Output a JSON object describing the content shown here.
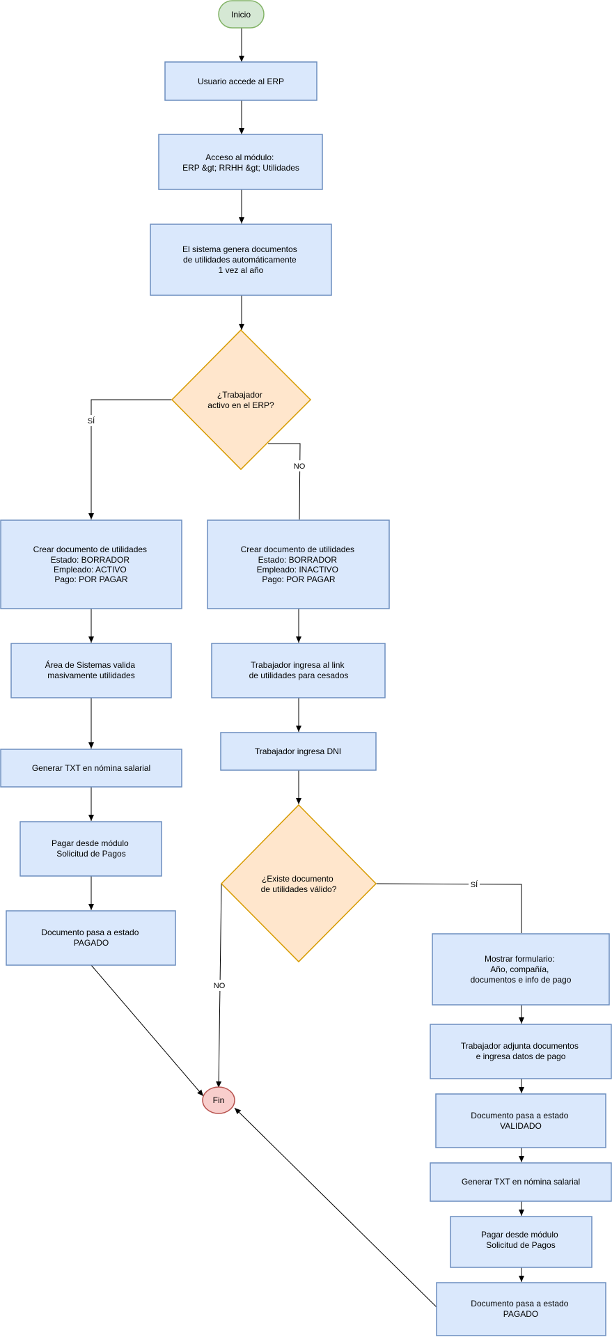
{
  "colors": {
    "process_fill": "#dae8fc",
    "process_stroke": "#6c8ebf",
    "decision_fill": "#ffe6cc",
    "decision_stroke": "#d79b00",
    "start_fill": "#d5e8d4",
    "start_stroke": "#82b366",
    "end_fill": "#f8cecc",
    "end_stroke": "#b85450",
    "edge": "#000000"
  },
  "nodes": {
    "inicio": "Inicio",
    "user_access": "Usuario accede al ERP",
    "module_access": [
      "Acceso al módulo:",
      "ERP &gt; RRHH &gt; Utilidades"
    ],
    "auto_generate": [
      "El sistema genera documentos",
      "de utilidades automáticamente",
      "1 vez al año"
    ],
    "decision_active": [
      "¿Trabajador",
      "activo en el ERP?"
    ],
    "create_active": [
      "Crear documento de utilidades",
      "Estado: BORRADOR",
      "Empleado: ACTIVO",
      "Pago: POR PAGAR"
    ],
    "create_inactive": [
      "Crear documento de utilidades",
      "Estado: BORRADOR",
      "Empleado: INACTIVO",
      "Pago: POR PAGAR"
    ],
    "systems_validate": [
      "Área de Sistemas valida",
      "masivamente utilidades"
    ],
    "worker_link": [
      "Trabajador ingresa al link",
      "de utilidades para cesados"
    ],
    "generate_txt_left": "Generar TXT en nómina salarial",
    "worker_dni": "Trabajador ingresa DNI",
    "pay_left": [
      "Pagar desde módulo",
      "Solicitud de Pagos"
    ],
    "decision_doc": [
      "¿Existe documento",
      "de utilidades válido?"
    ],
    "paid_left": [
      "Documento pasa a estado",
      "PAGADO"
    ],
    "show_form": [
      "Mostrar formulario:",
      "Año, compañía,",
      "documentos e info de pago"
    ],
    "attach_docs": [
      "Trabajador adjunta documentos",
      "e ingresa datos de pago"
    ],
    "fin": "Fin",
    "validated": [
      "Documento pasa a estado",
      "VALIDADO"
    ],
    "generate_txt_right": "Generar TXT en nómina salarial",
    "pay_right": [
      "Pagar desde módulo",
      "Solicitud de Pagos"
    ],
    "paid_right": [
      "Documento pasa a estado",
      "PAGADO"
    ]
  },
  "edge_labels": {
    "active_yes": "SÍ",
    "active_no": "NO",
    "doc_yes": "SÍ",
    "doc_no": "NO"
  }
}
